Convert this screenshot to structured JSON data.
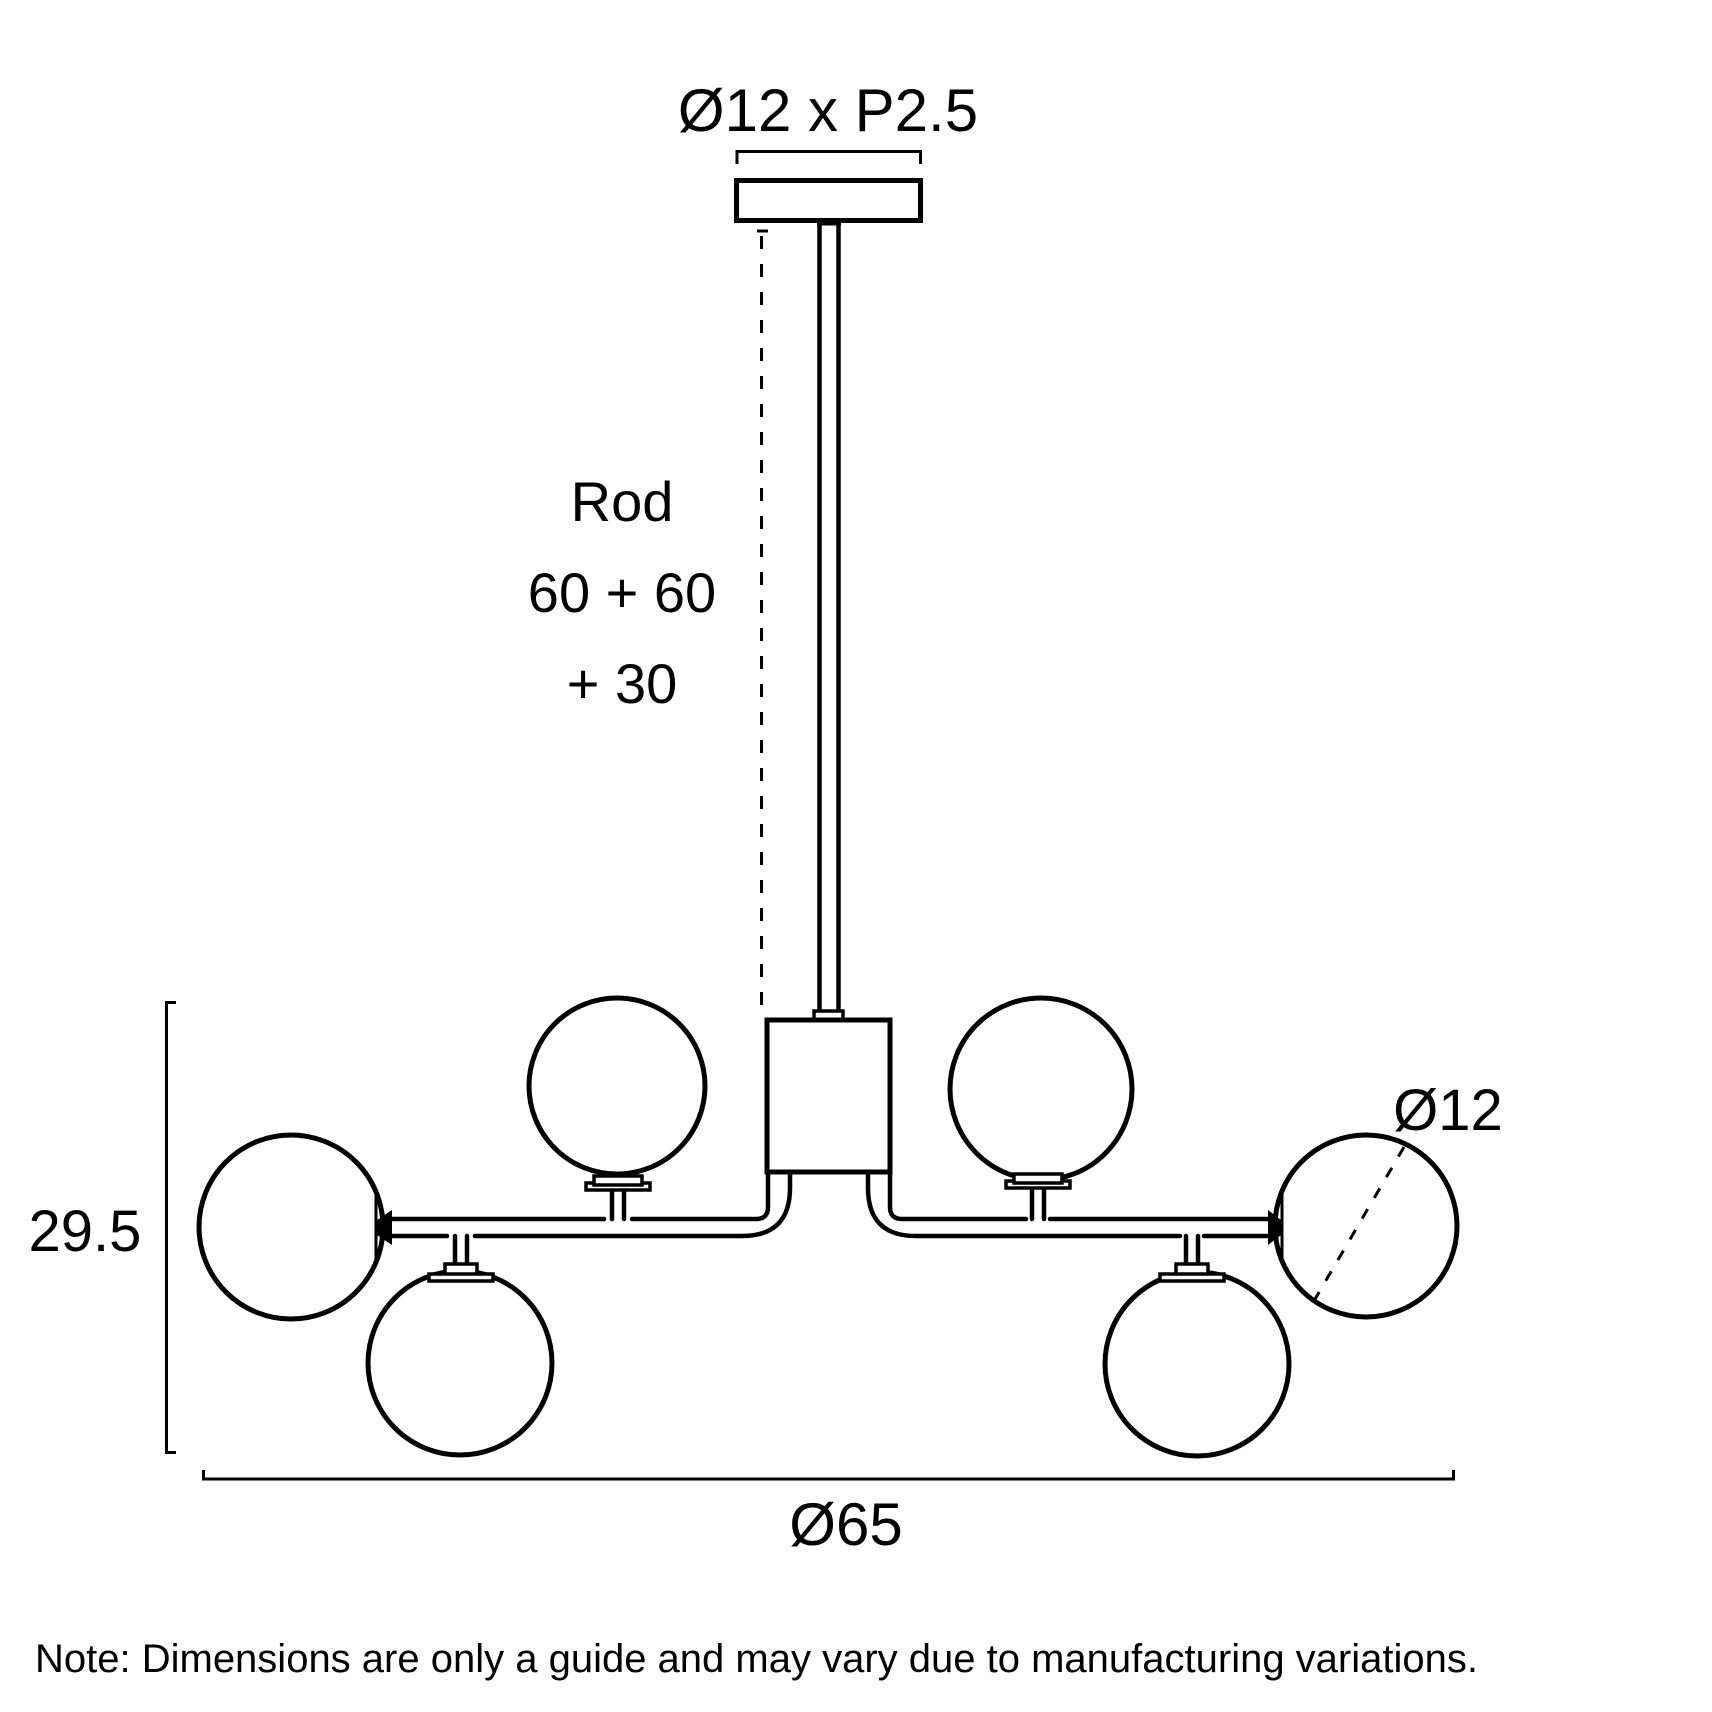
{
  "diagram": {
    "title_dimension_top": "Ø12 x P2.5",
    "rod_label": {
      "line1": "Rod",
      "line2": "60 + 60",
      "line3": "+ 30"
    },
    "height_dimension": "29.5",
    "globe_diameter": "Ø12",
    "overall_diameter": "Ø65",
    "note": "Note: Dimensions are only a guide and may vary due to manufacturing variations.",
    "colors": {
      "line": "#000000",
      "background": "#ffffff"
    },
    "globe_count": 6
  }
}
